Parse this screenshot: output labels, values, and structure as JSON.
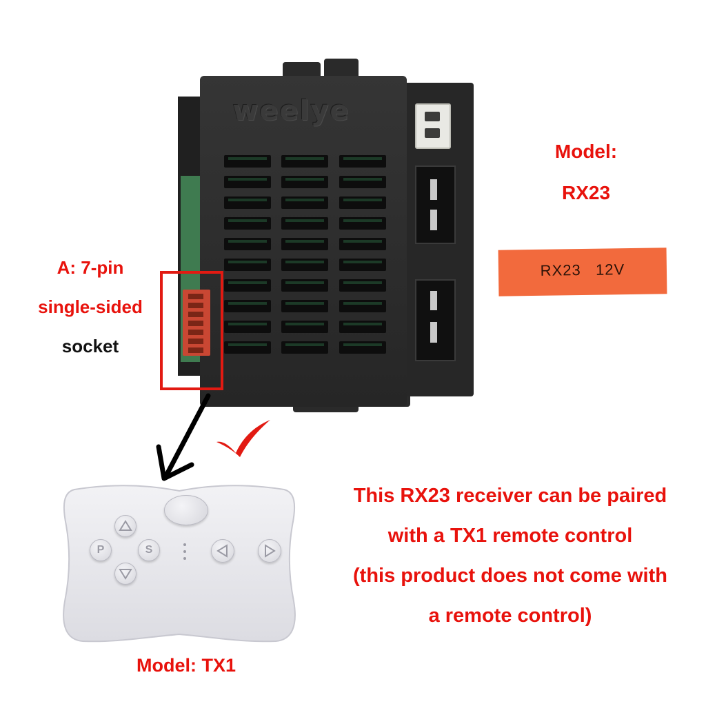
{
  "receiver": {
    "brand_logo": "weelye",
    "model_heading": "Model:",
    "model_value": "RX23",
    "sticker_text": "RX23   12V"
  },
  "socket_callout": {
    "line1": "A: 7-pin",
    "line2": "single-sided",
    "line3": "socket"
  },
  "remote": {
    "model_label": "Model: TX1",
    "buttons": {
      "p": "P",
      "s": "S"
    }
  },
  "compatibility_note": {
    "line1": "This RX23 receiver can be paired",
    "line2": "with a TX1 remote control",
    "line3": "(this product does not come with",
    "line4": "a remote control)"
  },
  "colors": {
    "accent_red": "#e8120c",
    "sticker_orange": "#f26a3d",
    "case_black": "#2b2b2b",
    "remote_white": "#e9e9ee"
  },
  "icons": [
    "arrow-down-left-icon",
    "check-mark-icon",
    "triangle-up-icon",
    "triangle-down-icon",
    "triangle-left-icon",
    "triangle-right-icon"
  ]
}
